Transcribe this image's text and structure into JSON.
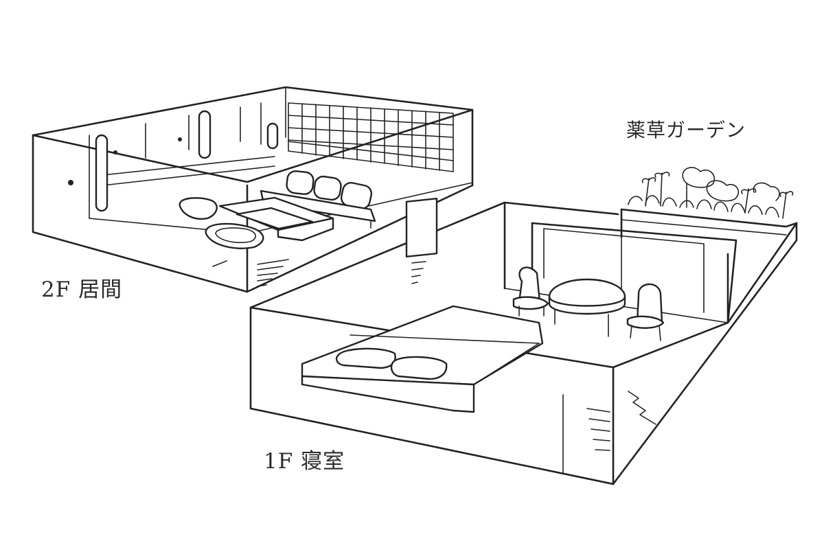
{
  "labels": {
    "floor_2": "2F 居間",
    "floor_1": "1F 寝室",
    "garden": "薬草ガーデン"
  }
}
